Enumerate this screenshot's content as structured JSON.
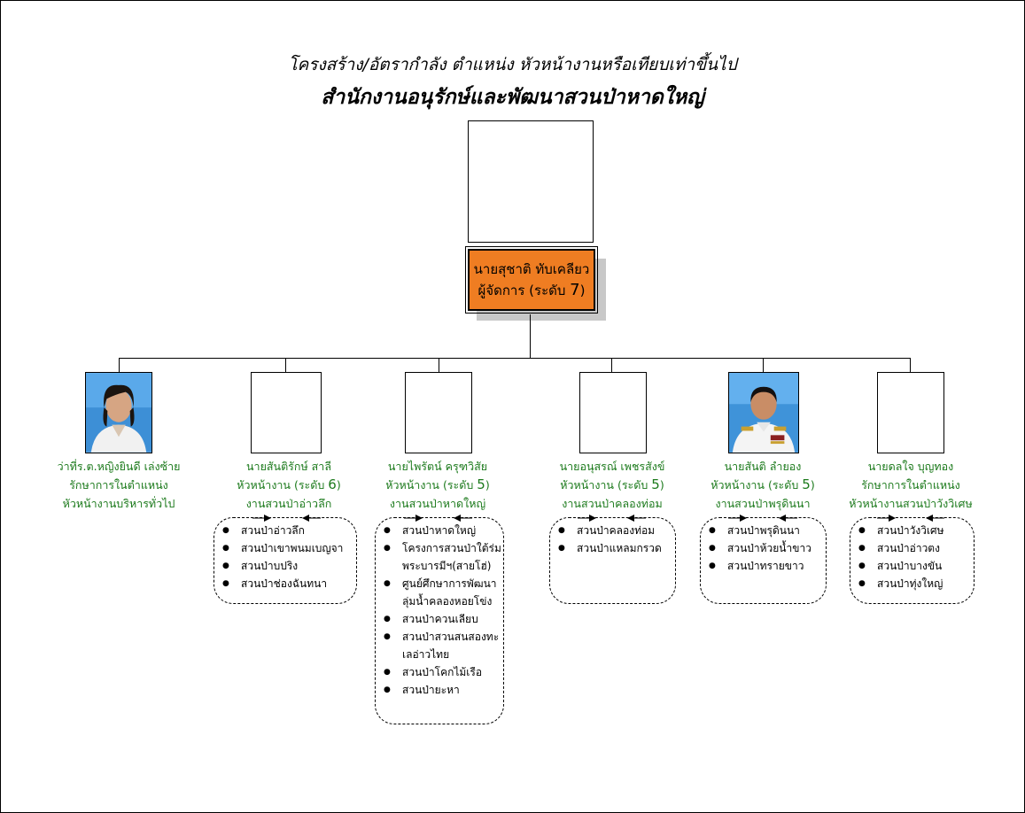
{
  "titles": {
    "line1": "โครงสร้าง/อัตรากำลัง ตำแหน่ง หัวหน้างานหรือเทียบเท่าขึ้นไป",
    "line2": "สำนักงานอนุรักษ์และพัฒนาสวนป่าหาดใหญ่"
  },
  "root": {
    "name": "นายสุชาติ ทับเคลียว",
    "position": "ผู้จัดการ (ระดับ ",
    "level": "7",
    "position_end": ")"
  },
  "units": [
    {
      "id": "u1",
      "line1": "ว่าที่ร.ต.หญิงยินดี เล่งซ้าย",
      "line2": "รักษาการในตำแหน่ง",
      "line3": "หัวหน้างานบริหารทั่วไป",
      "level": "",
      "items": []
    },
    {
      "id": "u2",
      "line1": "นายสันติรักษ์ สาลี",
      "line2": "หัวหน้างาน (ระดับ ",
      "level": "6",
      "line3": "งานสวนป่าอ่าวลึก",
      "items": [
        "สวนป่าอ่าวลึก",
        "สวนป่าเขาพนมเบญจา",
        "สวนป่าบปริง",
        "สวนป่าช่องฉันทนา"
      ]
    },
    {
      "id": "u3",
      "line1": "นายไพรัตน์ ครุฑวิสัย",
      "line2": "หัวหน้างาน (ระดับ ",
      "level": "5",
      "line3": "งานสวนป่าหาดใหญ่",
      "items": [
        "สวนป่าหาดใหญ่",
        "โครงการสวนป่าใต้ร่ม",
        "พระบารมีฯ(สายโฮ่)",
        "ศูนย์ศึกษาการพัฒนา",
        "ลุ่มน้ำคลองหอยโข่ง",
        "สวนป่าควนเลียบ",
        "สวนป่าสวนสนสองทะ",
        "เลอ่าวไทย",
        "สวนป่าโคกไม้เรือ",
        "สวนป่ายะหา"
      ]
    },
    {
      "id": "u4",
      "line1": "นายอนุสรณ์ เพชรสังข์",
      "line2": "หัวหน้างาน (ระดับ ",
      "level": "5",
      "line3": "งานสวนป่าคลองท่อม",
      "items": [
        "สวนป่าคลองท่อม",
        "สวนป่าแหลมกรวด"
      ]
    },
    {
      "id": "u5",
      "line1": "นายสันติ ลำยอง",
      "line2": "หัวหน้างาน (ระดับ ",
      "level": "5",
      "line3": "งานสวนป่าพรุดินนา",
      "items": [
        "สวนป่าพรุดินนา",
        "สวนป่าห้วยน้ำขาว",
        "สวนป่าทรายขาว"
      ]
    },
    {
      "id": "u6",
      "line1": "นายดลใจ บุญทอง",
      "line2": "รักษาการในตำแหน่ง",
      "line3": "หัวหน้างานสวนป่าวังวิเศษ",
      "level": "",
      "items": [
        "สวนป่าวังวิเศษ",
        "สวนป่าอ่าวตง",
        "สวนป่าบางขัน",
        "สวนป่าทุ่งใหญ่"
      ]
    }
  ],
  "colors": {
    "root_fill": "#ef7d22",
    "name_text": "#1c7a1c",
    "line": "#000000"
  }
}
